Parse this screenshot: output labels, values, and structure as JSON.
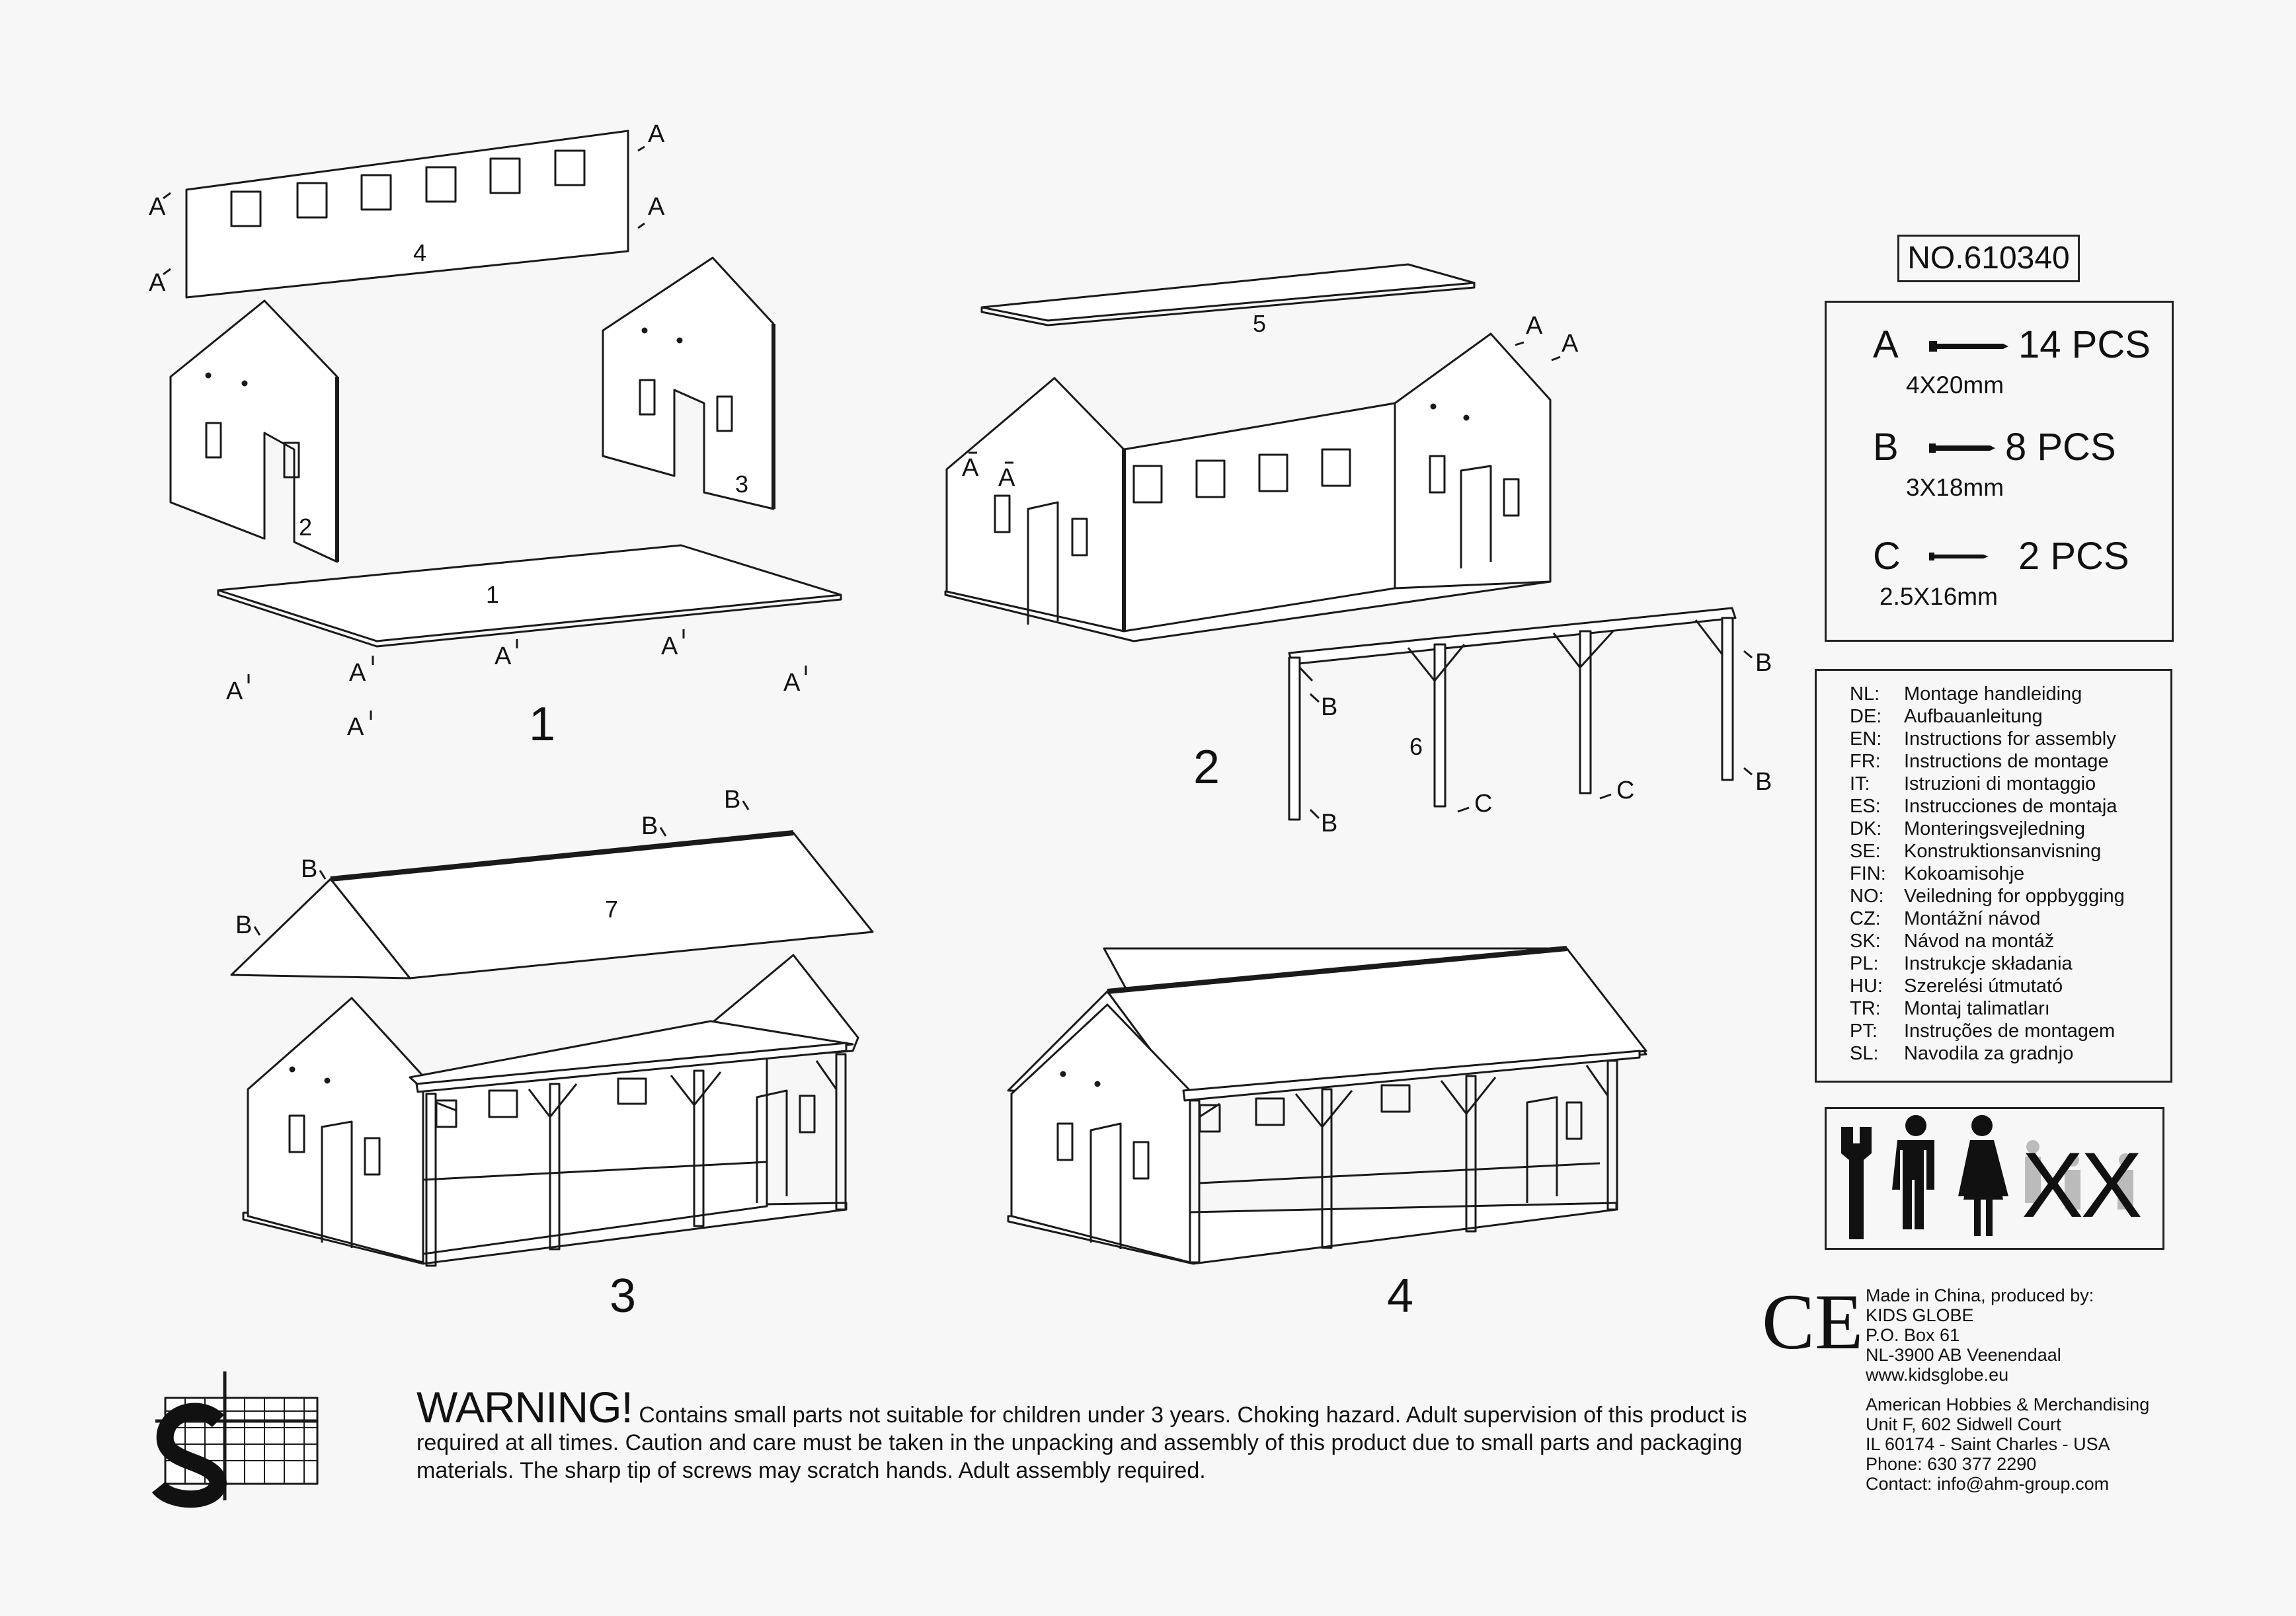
{
  "product_no": "NO.610340",
  "diagram": {
    "steps": [
      "1",
      "2",
      "3",
      "4"
    ],
    "part_numbers": [
      "1",
      "2",
      "3",
      "4",
      "5",
      "6",
      "7"
    ],
    "screw_markers": {
      "a": "A",
      "b": "B",
      "c": "C"
    }
  },
  "parts": [
    {
      "letter": "A",
      "qty": "14 PCS",
      "size": "4X20mm"
    },
    {
      "letter": "B",
      "qty": "8 PCS",
      "size": "3X18mm"
    },
    {
      "letter": "C",
      "qty": "2 PCS",
      "size": "2.5X16mm"
    }
  ],
  "languages": [
    {
      "code": "NL:",
      "text": "Montage handleiding"
    },
    {
      "code": "DE:",
      "text": "Aufbauanleitung"
    },
    {
      "code": "EN:",
      "text": "Instructions for assembly"
    },
    {
      "code": "FR:",
      "text": "Instructions de montage"
    },
    {
      "code": "IT:",
      "text": "Istruzioni di montaggio"
    },
    {
      "code": "ES:",
      "text": "Instrucciones de montaja"
    },
    {
      "code": "DK:",
      "text": "Monteringsvejledning"
    },
    {
      "code": "SE:",
      "text": "Konstruktionsanvisning"
    },
    {
      "code": "FIN:",
      "text": "Kokoamisohje"
    },
    {
      "code": "NO:",
      "text": "Veiledning for oppbygging"
    },
    {
      "code": "CZ:",
      "text": "Montážní návod"
    },
    {
      "code": "SK:",
      "text": "Návod na montáž"
    },
    {
      "code": "PL:",
      "text": "Instrukcje składania"
    },
    {
      "code": "HU:",
      "text": "Szerelési útmutató"
    },
    {
      "code": "TR:",
      "text": "Montaj talimatları"
    },
    {
      "code": "PT:",
      "text": "Instruções de montagem"
    },
    {
      "code": "SL:",
      "text": "Navodila za gradnjo"
    }
  ],
  "pictogram_labels": {
    "times": "XX"
  },
  "warning": {
    "title": "WARNING!",
    "body": "Contains small parts not suitable for children under 3 years. Choking hazard. Adult supervision of this product is required at all times. Caution and care must be taken in the unpacking and assembly of this product due to small parts and packaging materials. The sharp tip of screws may scratch hands. Adult assembly required."
  },
  "ce_mark": "CE",
  "manufacturer": {
    "lines": [
      "Made in China, produced by:",
      "KIDS GLOBE",
      "P.O. Box 61",
      "NL-3900 AB Veenendaal",
      "www.kidsglobe.eu"
    ]
  },
  "distributor": {
    "lines": [
      "American Hobbies & Merchandising",
      "Unit F, 602 Sidwell Court",
      "IL 60174 - Saint Charles - USA",
      "Phone: 630 377 2290",
      "Contact: info@ahm-group.com"
    ]
  }
}
